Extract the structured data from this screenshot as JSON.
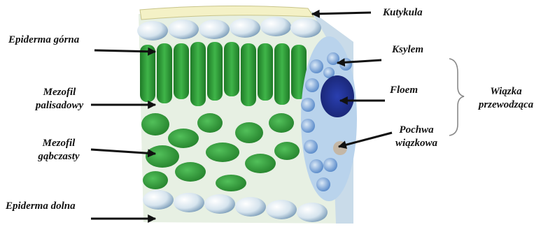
{
  "labels": {
    "kutykula": "Kutykula",
    "epiderma_gorna": "Epiderma górna",
    "ksylem": "Ksylem",
    "mezofil_palisadowy_1": "Mezofil",
    "mezofil_palisadowy_2": "palisadowy",
    "floem": "Floem",
    "wiazka_1": "Wiązka",
    "wiazka_2": "przewodząca",
    "pochwa_1": "Pochwa",
    "pochwa_2": "wiązkowa",
    "mezofil_gabczasty_1": "Mezofil",
    "mezofil_gabczasty_2": "gąbczasty",
    "epiderma_dolna": "Epiderma dolna"
  },
  "colors": {
    "palisade": "#2e9a35",
    "palisade_dark": "#1f6e24",
    "spongy": "#3aa842",
    "epidermis": "#dfe9f0",
    "epidermis_shade": "#6f93b3",
    "xylem": "#5b86c7",
    "phloem": "#1e2f8a",
    "bundle_sheath": "#b9d3ec",
    "cuticle": "#f4f1c6",
    "arrow": "#111111"
  }
}
